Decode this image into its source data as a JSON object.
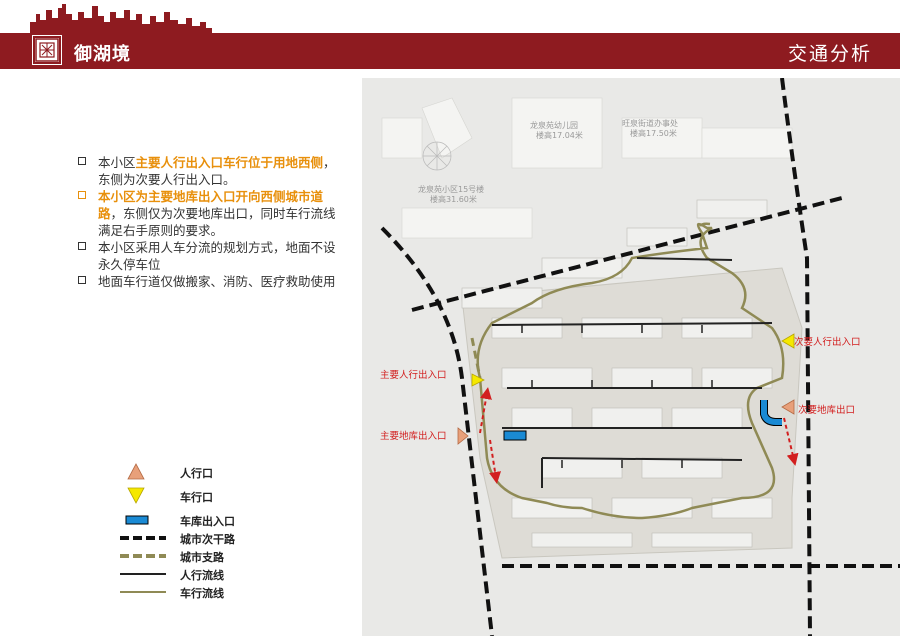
{
  "header": {
    "brand": "御湖境",
    "section_title": "交通分析"
  },
  "bullets": [
    {
      "parts": [
        {
          "text": "本小区",
          "hl": false
        },
        {
          "text": "主要人行出入口车行位于用地西侧",
          "hl": true
        },
        {
          "text": "，东侧为次要人行出入口。",
          "hl": false
        }
      ],
      "orange": false
    },
    {
      "parts": [
        {
          "text": "本小区为主要地库出入口开向西侧城市道路",
          "hl": true
        },
        {
          "text": "，东侧仅为次要地库出口，同时车行流线满足右手原则的要求。",
          "hl": false
        }
      ],
      "orange": true
    },
    {
      "parts": [
        {
          "text": "本小区采用人车分流的规划方式，地面不设永久停车位",
          "hl": false
        }
      ],
      "orange": false
    },
    {
      "parts": [
        {
          "text": "地面车行道仅做搬家、消防、医疗救助使用",
          "hl": false
        }
      ],
      "orange": false
    }
  ],
  "legend": [
    {
      "label": "人行口",
      "symbol": "orange-triangle"
    },
    {
      "label": "车行口",
      "symbol": "yellow-triangle"
    },
    {
      "label": "车库出入口",
      "symbol": "blue-rectangle"
    },
    {
      "label": "城市次干路",
      "symbol": "black-dashed-line"
    },
    {
      "label": "城市支路",
      "symbol": "olive-dashed-line"
    },
    {
      "label": "人行流线",
      "symbol": "black-line"
    },
    {
      "label": "车行流线",
      "symbol": "olive-line"
    }
  ],
  "map": {
    "labels": {
      "main_pedestrian_entrance": "主要人行出入口",
      "main_garage_entrance": "主要地库出入口",
      "secondary_pedestrian_entrance": "次要人行出入口",
      "secondary_garage_exit": "次要地库出口",
      "kindergarten": "龙泉苑幼儿园",
      "kindergarten_height": "楼高17.04米",
      "office": "旺泉街道办事处",
      "office_height": "楼高17.50米",
      "building15": "龙泉苑小区15号楼",
      "building15_height": "楼高31.60米"
    }
  },
  "colors": {
    "brand_red": "#8e1b20",
    "highlight": "#e8900c",
    "orange_triangle": "#e8a07a",
    "yellow_triangle": "#f5e800",
    "garage_blue": "#1a8ad4",
    "vehicle_flow": "#8f8a55",
    "arrow_red": "#d21f1f"
  }
}
